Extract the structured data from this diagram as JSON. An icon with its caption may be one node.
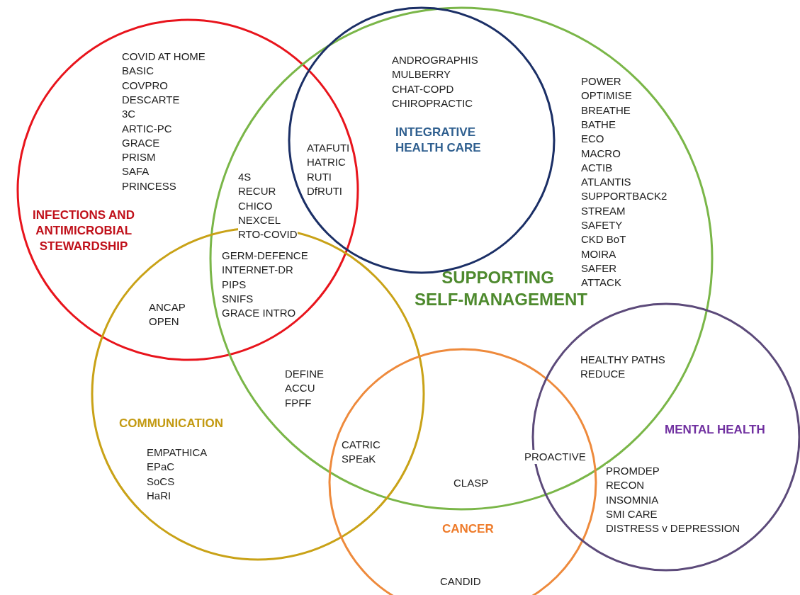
{
  "diagram": {
    "nodes": [
      {
        "text": [
          "INFECTIONS AND ANTIMICROBIAL STEWARDSHIP"
        ]
      },
      {
        "text": [
          "SUPPORTING SELF-MANAGEMENT"
        ]
      },
      {
        "text": [
          "INTEGRATIVE HEALTH CARE"
        ],
        "in": 1
      },
      {
        "text": [
          "COMMUNICATION"
        ]
      },
      {
        "text": [
          "CANCER"
        ]
      },
      {
        "text": [
          "MENTAL HEALTH"
        ]
      }
    ],
    "labels": [
      "COVID AT HOME",
      "BASIC",
      "COVPRO",
      "DESCARTE",
      "3C",
      "ARTIC-PC",
      "GRACE",
      "PRISM",
      "SAFA",
      "PRINCESS",
      "ANDROGRAPHIS",
      "MULBERRY",
      "CHAT-COPD",
      "CHIROPRACTIC",
      "POWER",
      "OPTIMISE",
      "BREATHE",
      "BATHE",
      "ECO",
      "MACRO",
      "ACTIB",
      "ATLANTIS",
      "SUPPORTBACK2",
      "STREAM",
      "SAFETY",
      "CKD BoT",
      "MOIRA",
      "SAFER",
      "ATTACK",
      "ATAFUTI",
      "HATRIC",
      "RUTI",
      "DfRUTI",
      "4S",
      "RECUR",
      "CHICO",
      "NEXCEL",
      "RTO-COVID",
      "GERM-DEFENCE",
      "INTERNET-DR",
      "PIPS",
      "SNIFS",
      "GRACE INTRO",
      "ANCAP",
      "OPEN",
      "HEALTHY PATHS",
      "REDUCE",
      "DEFINE",
      "ACCU",
      "FPFF",
      "CATRIC",
      "SPEaK",
      "EMPATHICA",
      "EPaC",
      "SoCS",
      "HaRI",
      "PROACTIVE",
      "PROMDEP",
      "RECON",
      "INSOMNIA",
      "SMI CARE",
      "DISTRESS v DEPRESSION",
      "CLASP",
      "CANDID"
    ]
  }
}
